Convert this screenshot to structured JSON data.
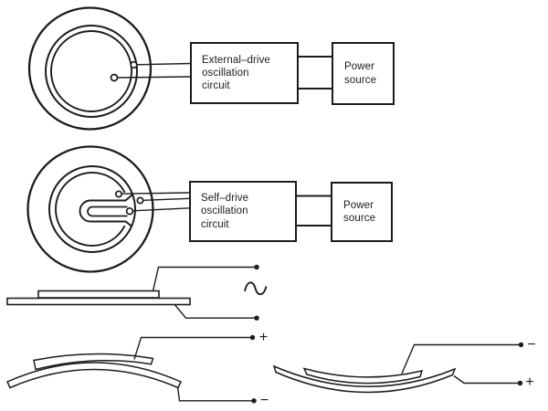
{
  "canvas": {
    "background": "#ffffff",
    "ink": "#1c1c1c"
  },
  "blocks": {
    "external_drive": {
      "label": "External–drive\noscillation\ncircuit"
    },
    "power_top": {
      "label": "Power\nsource"
    },
    "self_drive": {
      "label": "Self–drive\noscillation\ncircuit"
    },
    "power_middle": {
      "label": "Power\nsource"
    }
  },
  "schematics": {
    "flat_plate": {
      "ac_icon": "sine-wave-icon"
    },
    "arch_up": {
      "top": "+",
      "bottom": "−"
    },
    "arch_down": {
      "top": "−",
      "bottom": "+"
    }
  }
}
